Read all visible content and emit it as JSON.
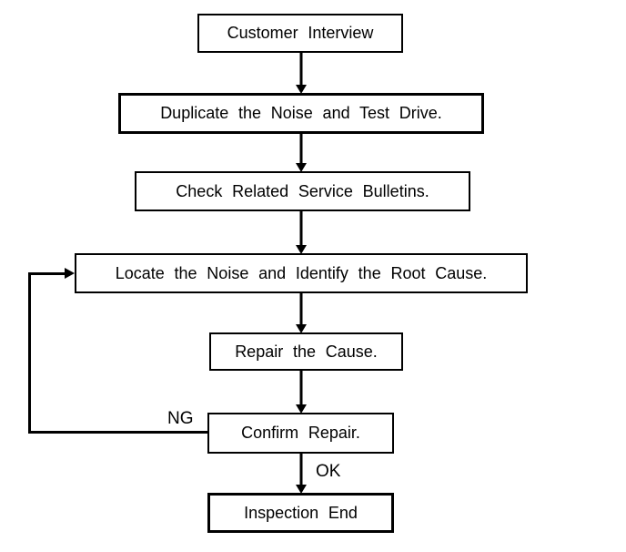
{
  "flowchart": {
    "nodes": [
      {
        "id": "customer-interview",
        "label": "Customer Interview"
      },
      {
        "id": "duplicate-noise-test-drive",
        "label": "Duplicate the Noise and Test Drive."
      },
      {
        "id": "check-service-bulletins",
        "label": "Check Related Service Bulletins."
      },
      {
        "id": "locate-noise-root-cause",
        "label": "Locate the Noise and Identify the Root Cause."
      },
      {
        "id": "repair-the-cause",
        "label": "Repair the Cause."
      },
      {
        "id": "confirm-repair",
        "label": "Confirm Repair."
      },
      {
        "id": "inspection-end",
        "label": "Inspection End"
      }
    ],
    "edge_labels": {
      "ng": "NG",
      "ok": "OK"
    },
    "colors": {
      "stroke": "#000000",
      "background": "#ffffff"
    }
  }
}
